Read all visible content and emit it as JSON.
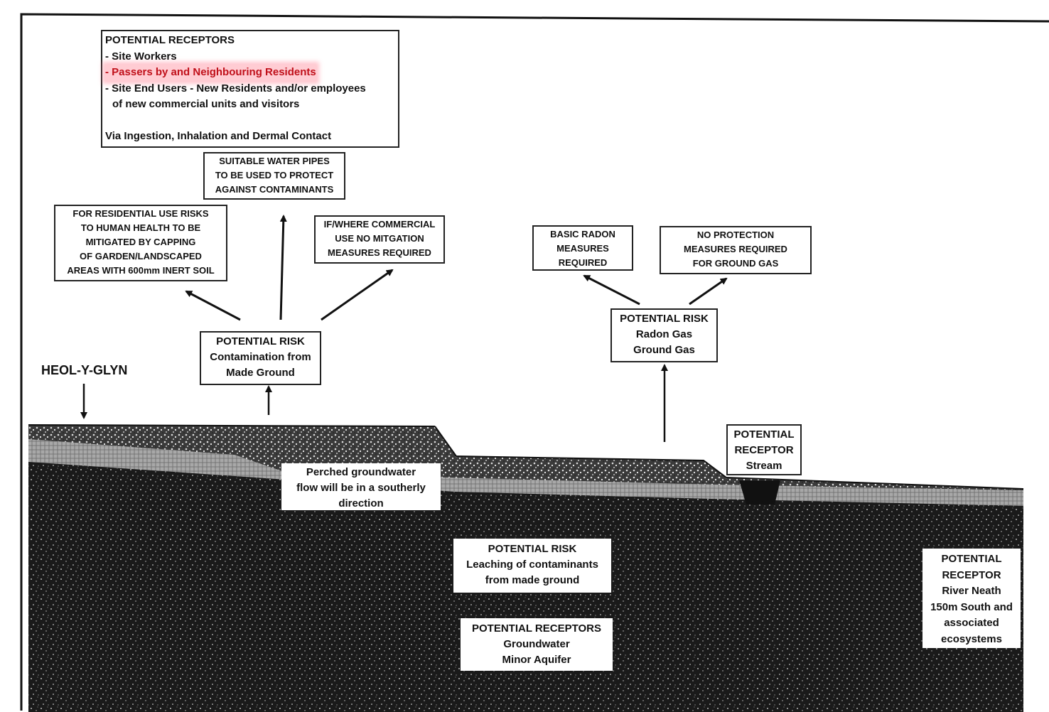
{
  "header": {
    "title": "Conceptual Site Model",
    "title_color": "#e01010"
  },
  "colors": {
    "highlight": "#c0101a",
    "ground_dark": "#1a1a1a",
    "ground_light": "#9a9a9a",
    "border": "#222222"
  },
  "receptors_box": {
    "heading": "POTENTIAL RECEPTORS",
    "items": [
      "- Site Workers",
      "- Passers by  and Neighbouring Residents",
      "- Site End Users - New Residents and/or employees",
      "of new commercial units and visitors"
    ],
    "pathway": "Via Ingestion, Inhalation and Dermal Contact"
  },
  "water_pipes_box": [
    "SUITABLE WATER PIPES",
    "TO BE USED TO PROTECT",
    "AGAINST CONTAMINANTS"
  ],
  "residential_box": [
    "FOR RESIDENTIAL USE RISKS",
    "TO HUMAN HEALTH TO BE",
    "MITIGATED BY CAPPING",
    "OF GARDEN/LANDSCAPED",
    "AREAS WITH 600mm INERT SOIL"
  ],
  "commercial_box": [
    "IF/WHERE COMMERCIAL",
    "USE NO MITGATION",
    "MEASURES REQUIRED"
  ],
  "radon_measures_box": [
    "BASIC RADON",
    "MEASURES",
    "REQUIRED"
  ],
  "ground_gas_box": [
    "NO PROTECTION",
    "MEASURES REQUIRED",
    "FOR GROUND GAS"
  ],
  "risk_made_ground": [
    "POTENTIAL RISK",
    "Contamination from",
    "Made Ground"
  ],
  "risk_gas": [
    "POTENTIAL RISK",
    "Radon Gas",
    "Ground Gas"
  ],
  "location_label": "HEOL-Y-GLYN",
  "perched_box": [
    "Perched groundwater",
    "flow will be in a southerly",
    "direction"
  ],
  "receptor_stream": [
    "POTENTIAL",
    "RECEPTOR",
    "Stream"
  ],
  "risk_leaching": [
    "POTENTIAL RISK",
    "Leaching of contaminants",
    "from made ground"
  ],
  "receptors_groundwater": [
    "POTENTIAL RECEPTORS",
    "Groundwater",
    "Minor Aquifer"
  ],
  "receptor_river": [
    "POTENTIAL",
    "RECEPTOR",
    "River Neath",
    "150m South and",
    "associated",
    "ecosystems"
  ]
}
